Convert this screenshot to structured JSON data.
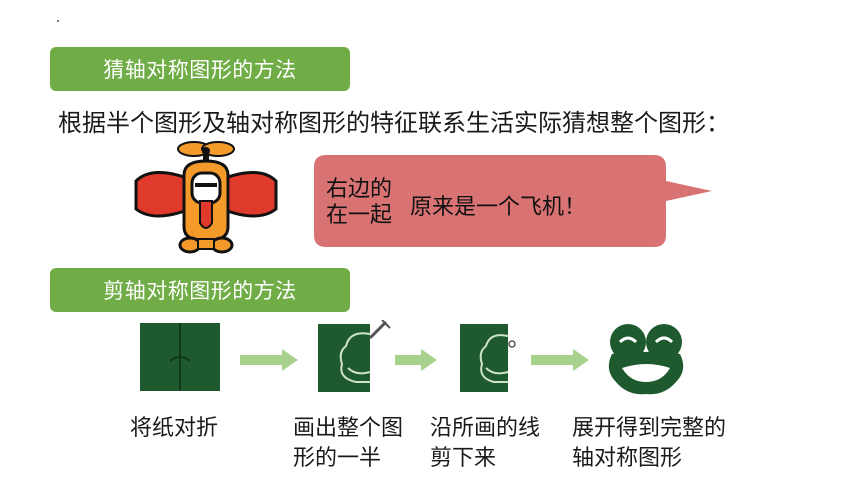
{
  "theme": {
    "tag_green": "#70ad47",
    "bubble_fill": "#d97373",
    "arrow_green": "#a9d18e",
    "paper_green": "#1f5a2e",
    "plane_red": "#e03a2c",
    "plane_orange": "#f39a2a"
  },
  "section1": {
    "title": "猜轴对称图形的方法"
  },
  "intro_text": "根据半个图形及轴对称图形的特征联系生活实际猜想整个图形：",
  "bubble": {
    "left_line1": "右边的",
    "left_line2": "在一起",
    "main": "原来是一个飞机！"
  },
  "section2": {
    "title": "剪轴对称图形的方法"
  },
  "steps": [
    {
      "line1": "将纸对折",
      "line2": ""
    },
    {
      "line1": "画出整个图",
      "line2": "形的一半"
    },
    {
      "line1": "沿所画的线",
      "line2": "剪下来"
    },
    {
      "line1": "展开得到完整的",
      "line2": "轴对称图形"
    }
  ]
}
